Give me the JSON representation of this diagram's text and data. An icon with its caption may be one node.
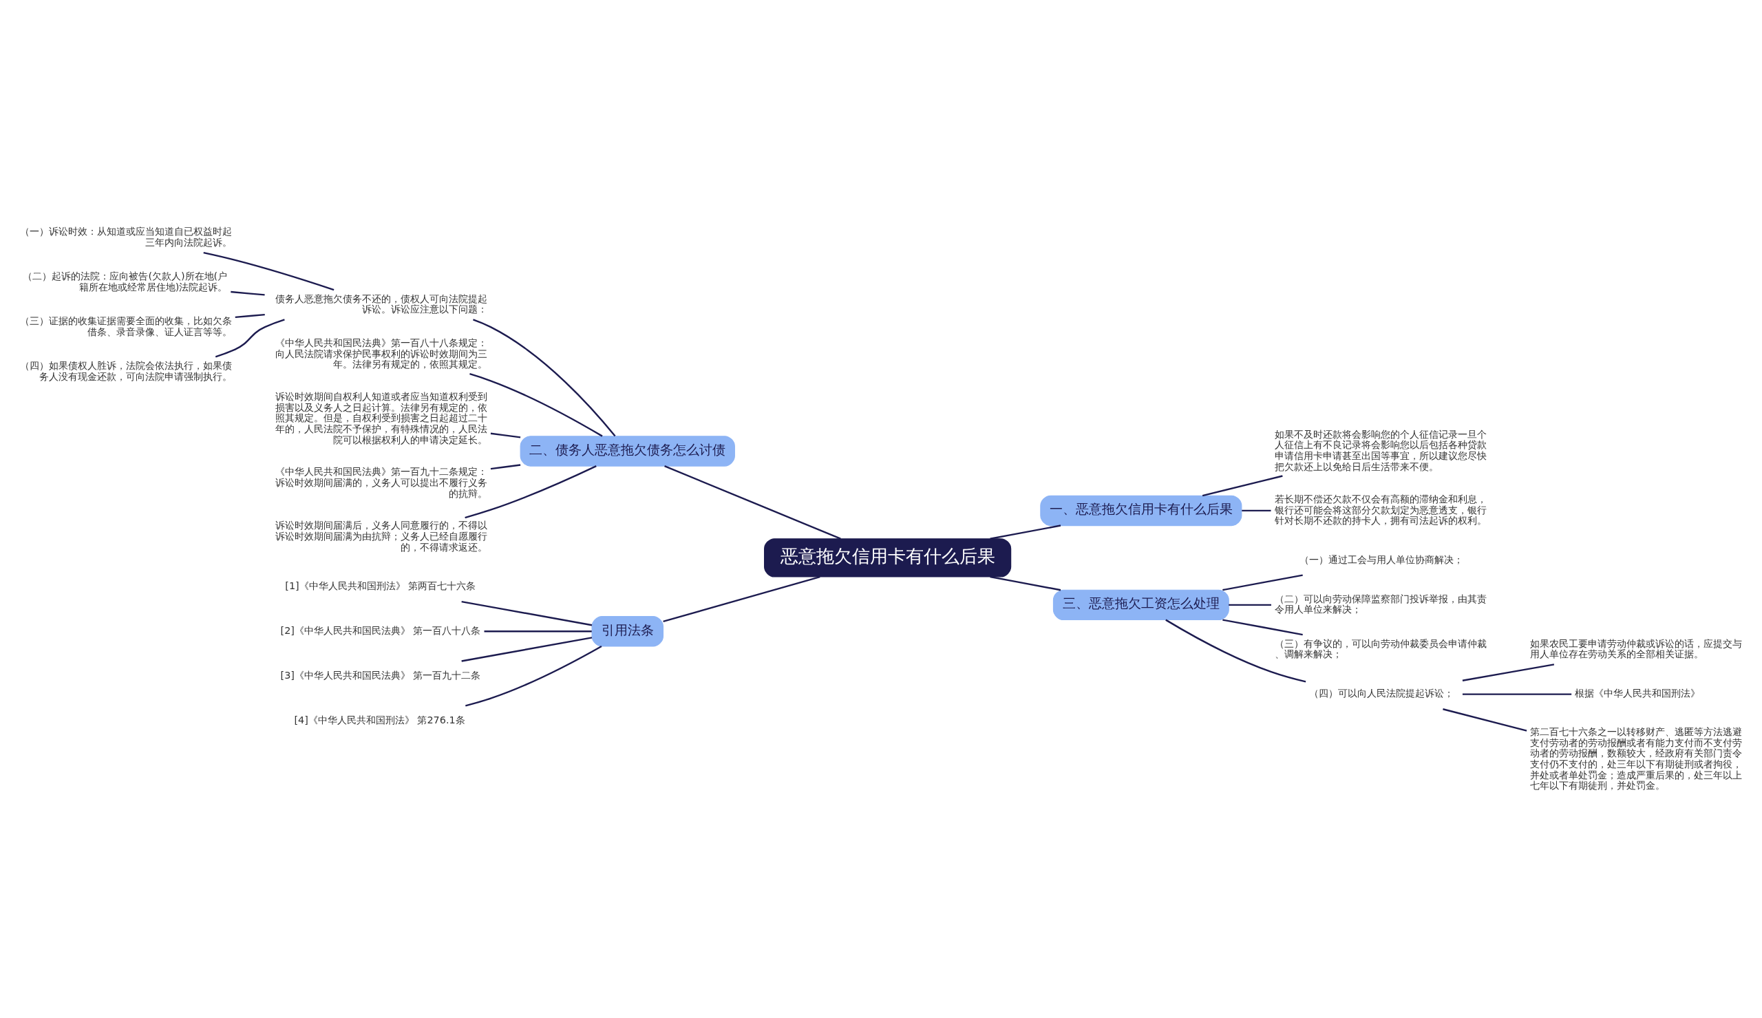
{
  "diagram": {
    "nodes": [
      {
        "text": [
          "恶意拖欠信用卡有什么后果"
        ]
      },
      {
        "text": [
          "二、债务人恶意拖欠债务怎么讨债"
        ]
      },
      {
        "text": [
          "债务人恶意拖欠债务不还的，债权人可向法院提起诉讼。诉讼应注意以下问题："
        ]
      },
      {
        "text": [
          "（一）诉讼时效：从知道或应当知道自已权益时起三年内向法院起诉。"
        ]
      },
      {
        "text": [
          "（二）起诉的法院：应向被告(欠款人)所在地(户籍所在地或经常居住地)法院起诉。"
        ]
      },
      {
        "text": [
          "（三）证据的收集证据需要全面的收集，比如欠条借条、录音录像、证人证言等等。"
        ]
      },
      {
        "text": [
          "（四）如果债权人胜诉，法院会依法执行，如果债务人没有现金还款，可向法院申请强制执行。"
        ]
      },
      {
        "text": [
          "《中华人民共和国民法典》第一百八十八条规定：向人民法院请求保护民事权利的诉讼时效期间为三年。法律另有规定的，依照其规定。"
        ]
      },
      {
        "text": [
          "诉讼时效期间自权利人知道或者应当知道权利受到损害以及义务人之日起计算。法律另有规定的，依照其规定。但是，自权利受到损害之日起超过二十年的，人民法院不予保护，有特殊情况的，人民法院可以根据权利人的申请决定延长。"
        ]
      },
      {
        "text": [
          "《中华人民共和国民法典》第一百九十二条规定：诉讼时效期间届满的，义务人可以提出不履行义务的抗辩。"
        ]
      },
      {
        "text": [
          "诉讼时效期间届满后，义务人同意履行的，不得以诉讼时效期间届满为由抗辩；义务人已经自愿履行的，不得请求返还。"
        ]
      },
      {
        "text": [
          "引用法条"
        ]
      },
      {
        "text": [
          "[1]《中华人民共和国刑法》 第两百七十六条"
        ]
      },
      {
        "text": [
          "[2]《中华人民共和国民法典》 第一百八十八条"
        ]
      },
      {
        "text": [
          "[3]《中华人民共和国民法典》 第一百九十二条"
        ]
      },
      {
        "text": [
          "[4]《中华人民共和国刑法》 第276.1条"
        ]
      },
      {
        "text": [
          "一、恶意拖欠信用卡有什么后果"
        ]
      },
      {
        "text": [
          "如果不及时还款将会影响您的个人征信记录一旦个人征信上有不良记录将会影响您以后包括各种贷款申请信用卡申请甚至出国等事宜，所以建议您尽快把欠款还上以免给日后生活带来不便。"
        ]
      },
      {
        "text": [
          "若长期不偿还欠款不仅会有高额的滞纳金和利息，银行还可能会将这部分欠款划定为恶意透支，银行针对长期不还款的持卡人，拥有司法起诉的权利。"
        ]
      },
      {
        "text": [
          "三、恶意拖欠工资怎么处理"
        ]
      },
      {
        "text": [
          "（一）通过工会与用人单位协商解决；"
        ]
      },
      {
        "text": [
          "（二）可以向劳动保障监察部门投诉举报，由其责令用人单位来解决；"
        ]
      },
      {
        "text": [
          "（三）有争议的，可以向劳动仲裁委员会申请仲裁、调解来解决；"
        ]
      },
      {
        "text": [
          "（四）可以向人民法院提起诉讼；"
        ]
      },
      {
        "text": [
          "如果农民工要申请劳动仲裁或诉讼的话，应提交与用人单位存在劳动关系的全部相关证据。"
        ]
      },
      {
        "text": [
          "根据《中华人民共和国刑法》"
        ]
      },
      {
        "text": [
          "第二百七十六条之一以转移财产、逃匿等方法逃避支付劳动者的劳动报酬或者有能力支付而不支付劳动者的劳动报酬，数额较大，经政府有关部门责令支付仍不支付的，处三年以下有期徒刑或者拘役，并处或者单处罚金；造成严重后果的，处三年以上七年以下有期徒刑，并处罚金。"
        ]
      }
    ],
    "edges": [
      {
        "from": 0,
        "to": 1,
        "arrow": "none"
      },
      {
        "from": 1,
        "to": 2,
        "arrow": "none"
      },
      {
        "from": 2,
        "to": 3,
        "arrow": "none"
      },
      {
        "from": 2,
        "to": 4,
        "arrow": "none"
      },
      {
        "from": 2,
        "to": 5,
        "arrow": "none"
      },
      {
        "from": 2,
        "to": 6,
        "arrow": "none"
      },
      {
        "from": 1,
        "to": 7,
        "arrow": "none"
      },
      {
        "from": 1,
        "to": 8,
        "arrow": "none"
      },
      {
        "from": 1,
        "to": 9,
        "arrow": "none"
      },
      {
        "from": 1,
        "to": 10,
        "arrow": "none"
      },
      {
        "from": 0,
        "to": 11,
        "arrow": "none"
      },
      {
        "from": 11,
        "to": 12,
        "arrow": "none"
      },
      {
        "from": 11,
        "to": 13,
        "arrow": "none"
      },
      {
        "from": 11,
        "to": 14,
        "arrow": "none"
      },
      {
        "from": 11,
        "to": 15,
        "arrow": "none"
      },
      {
        "from": 0,
        "to": 16,
        "arrow": "none"
      },
      {
        "from": 16,
        "to": 17,
        "arrow": "none"
      },
      {
        "from": 16,
        "to": 18,
        "arrow": "none"
      },
      {
        "from": 0,
        "to": 19,
        "arrow": "none"
      },
      {
        "from": 19,
        "to": 20,
        "arrow": "none"
      },
      {
        "from": 19,
        "to": 21,
        "arrow": "none"
      },
      {
        "from": 19,
        "to": 22,
        "arrow": "none"
      },
      {
        "from": 19,
        "to": 23,
        "arrow": "none"
      },
      {
        "from": 23,
        "to": 24,
        "arrow": "none"
      },
      {
        "from": 23,
        "to": 25,
        "arrow": "none"
      },
      {
        "from": 23,
        "to": 26,
        "arrow": "none"
      }
    ]
  }
}
